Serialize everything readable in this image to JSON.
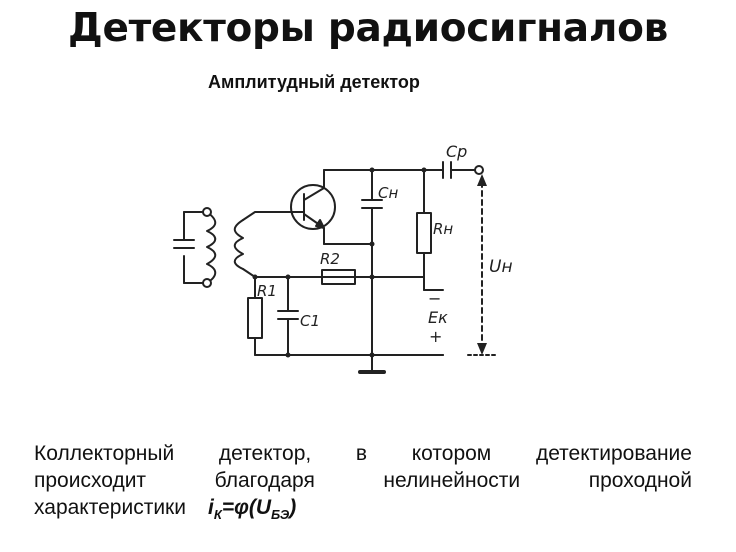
{
  "title": "Детекторы радиосигналов",
  "subtitle": "Амплитудный детектор",
  "circuit": {
    "labels": {
      "cp": "Cр",
      "ch": "Cн",
      "rh": "Rн",
      "uh": "Uн",
      "r2": "R2",
      "r1": "R1",
      "c1": "C1",
      "ek": "Eк",
      "minus": "−",
      "plus": "+"
    }
  },
  "description": {
    "line1": [
      "Коллекторный",
      "детектор,",
      "в",
      "котором",
      "детектирование"
    ],
    "line2": [
      "происходит",
      "благодаря",
      "нелинейности",
      "проходной"
    ],
    "line3_text": "характеристики",
    "formula": {
      "i": "i",
      "i_sub": "К",
      "middle": "=φ(U",
      "u_sub": "БЭ",
      "end": ")"
    }
  }
}
